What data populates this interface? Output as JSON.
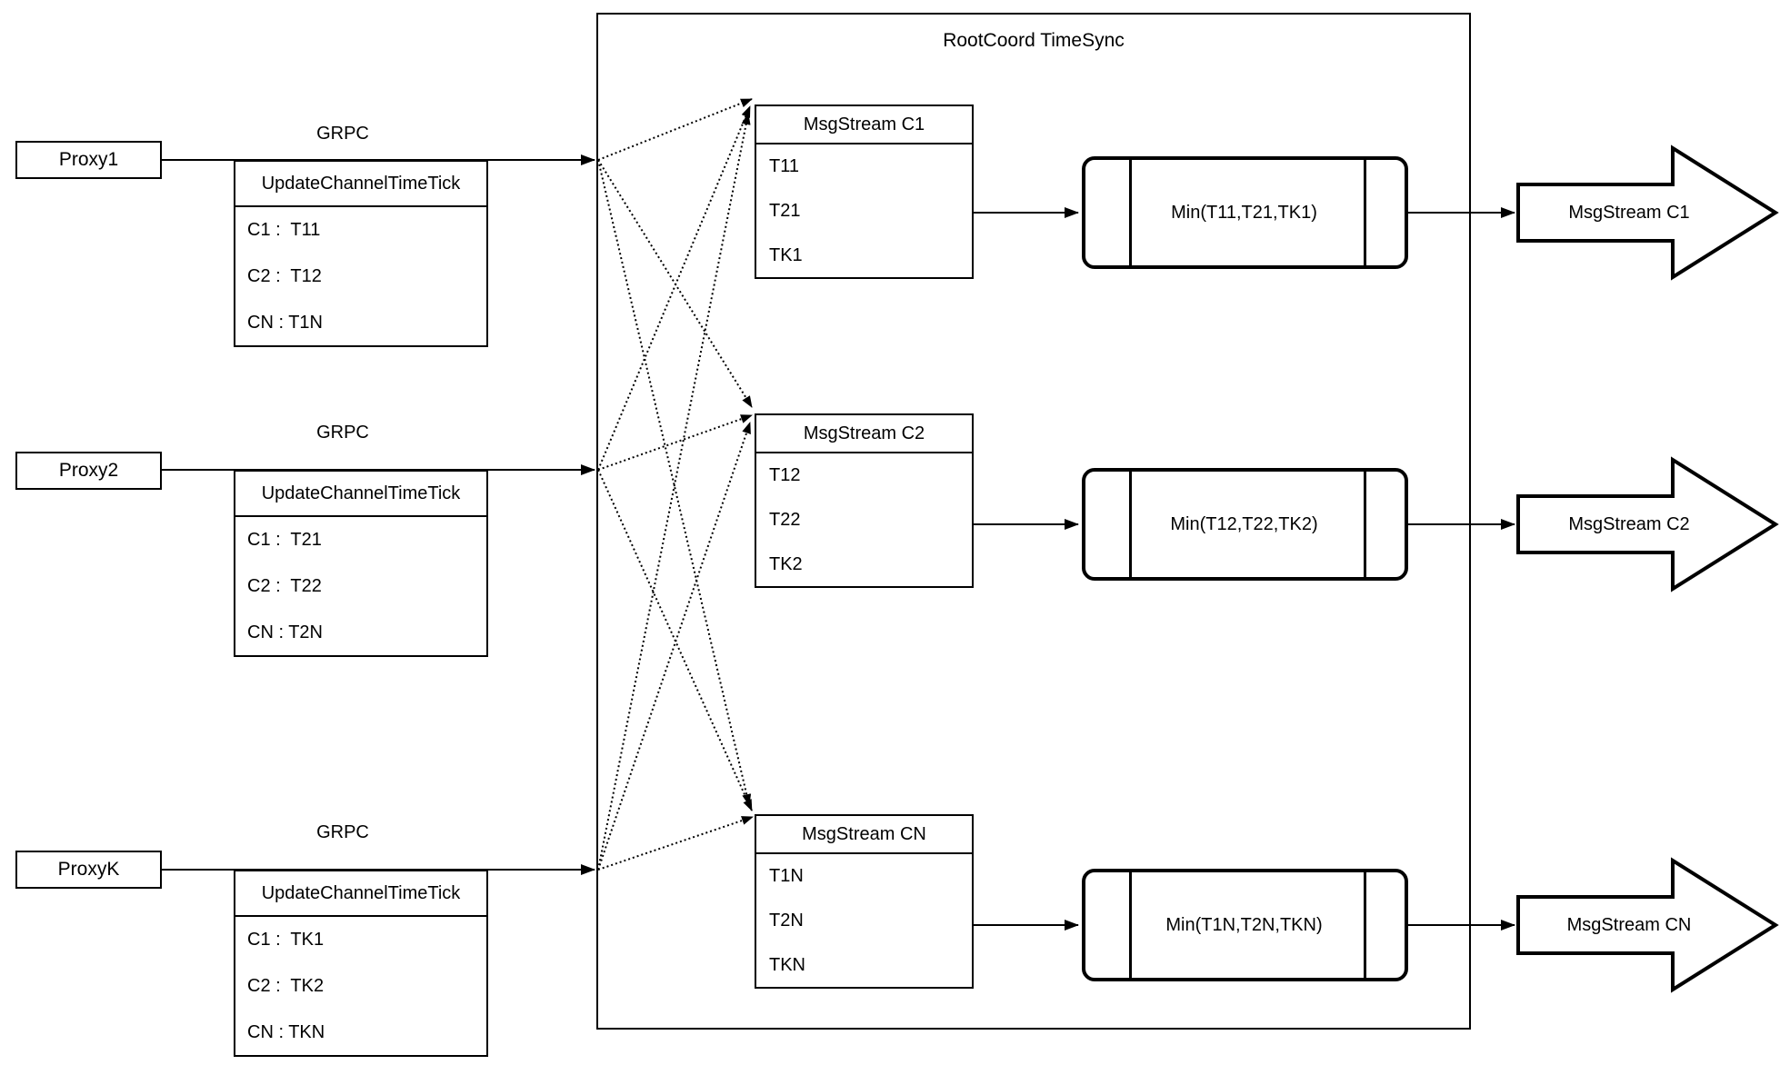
{
  "title": "RootCoord TimeSync",
  "rows": [
    {
      "proxy_label": "Proxy1",
      "grpc_label": "GRPC",
      "update_table": {
        "header": "UpdateChannelTimeTick",
        "rows": [
          "C1 :  T11",
          "C2 :  T12",
          "CN : T1N"
        ]
      },
      "msgstream_table": {
        "header": "MsgStream C1",
        "rows": [
          "T11",
          "T21",
          "TK1"
        ]
      },
      "min_label": "Min(T11,T21,TK1)",
      "output_arrow_label": "MsgStream C1"
    },
    {
      "proxy_label": "Proxy2",
      "grpc_label": "GRPC",
      "update_table": {
        "header": "UpdateChannelTimeTick",
        "rows": [
          "C1 :  T21",
          "C2 :  T22",
          "CN : T2N"
        ]
      },
      "msgstream_table": {
        "header": "MsgStream C2",
        "rows": [
          "T12",
          "T22",
          "TK2"
        ]
      },
      "min_label": "Min(T12,T22,TK2)",
      "output_arrow_label": "MsgStream C2"
    },
    {
      "proxy_label": "ProxyK",
      "grpc_label": "GRPC",
      "update_table": {
        "header": "UpdateChannelTimeTick",
        "rows": [
          "C1 :  TK1",
          "C2 :  TK2",
          "CN : TKN"
        ]
      },
      "msgstream_table": {
        "header": "MsgStream CN",
        "rows": [
          "T1N",
          "T2N",
          "TKN"
        ]
      },
      "min_label": "Min(T1N,T2N,TKN)",
      "output_arrow_label": "MsgStream CN"
    }
  ],
  "colors": {
    "stroke": "#000000",
    "fill": "#ffffff"
  }
}
